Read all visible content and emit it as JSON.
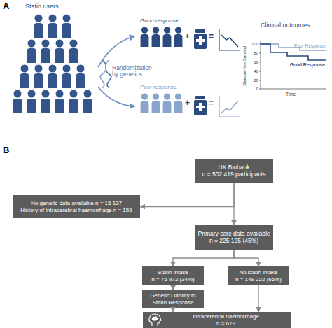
{
  "diagram": {
    "nodes": [
      {
        "text": [
          "UK Biobank",
          "n = 502 419 participants"
        ]
      },
      {
        "text": [
          "No genetic data available n = 15 137",
          "History of intracerebral haemorrhage n = 155"
        ]
      },
      {
        "text": [
          "Primary care data available",
          "n = 225 195 (45%)"
        ]
      },
      {
        "text": [
          "Statin intake",
          "n = 75 973 (34%)"
        ]
      },
      {
        "text": [
          "No statin intake",
          "n = 149 222 (66%)"
        ]
      },
      {
        "text": [
          "Genetic Liability to Statin Response"
        ]
      },
      {
        "text": [
          "Intracerebral haemorrhage",
          "n = 679"
        ]
      }
    ],
    "edges": [
      {
        "from": 0,
        "to": 1,
        "arrow": "to"
      },
      {
        "from": 0,
        "to": 2,
        "arrow": "to"
      },
      {
        "from": 2,
        "to": 3,
        "arrow": "to"
      },
      {
        "from": 2,
        "to": 4,
        "arrow": "to"
      },
      {
        "from": 3,
        "to": 5,
        "arrow": "to"
      },
      {
        "from": 5,
        "to": 6,
        "arrow": "to"
      },
      {
        "from": 4,
        "to": 6,
        "arrow": "to"
      }
    ],
    "labels": [
      "A",
      "Statin users",
      "Randomization by genetics",
      "Good response",
      "+",
      "=",
      "Poor response",
      "+",
      "=",
      "Clinical outcomes",
      "100",
      "80",
      "60",
      "40",
      "20",
      "0",
      "Disease-free Survival",
      "Time",
      "Poor Response",
      "Good Response",
      "B"
    ]
  }
}
